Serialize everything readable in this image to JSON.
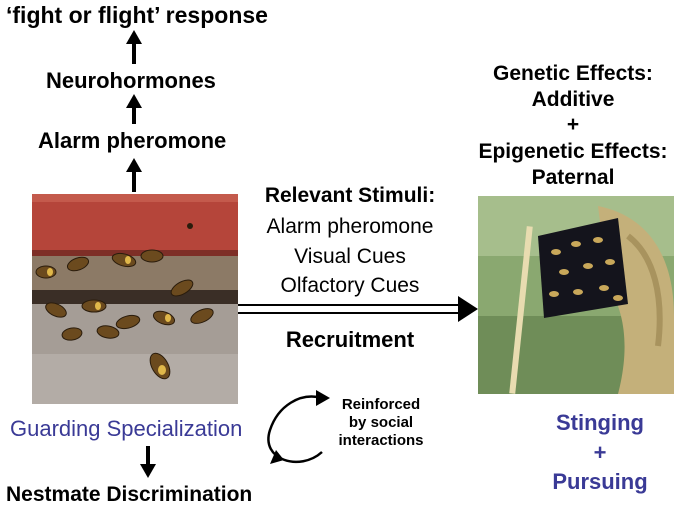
{
  "left_chain": {
    "top": "‘fight or flight’ response",
    "neuro": "Neurohormones",
    "alarm": "Alarm pheromone"
  },
  "stimuli": {
    "heading": "Relevant Stimuli:",
    "items": [
      "Alarm pheromone",
      "Visual Cues",
      "Olfactory Cues"
    ]
  },
  "recruitment": "Recruitment",
  "genetic": {
    "line1": "Genetic Effects:",
    "line2": "Additive",
    "plus": "+",
    "line3": "Epigenetic Effects:",
    "line4": "Paternal"
  },
  "guarding": "Guarding Specialization",
  "reinforced": [
    "Reinforced",
    "by social",
    "interactions"
  ],
  "nestmate": "Nestmate Discrimination",
  "outcome": {
    "line1": "Stinging",
    "plus": "+",
    "line2": "Pursuing"
  },
  "colors": {
    "blue": "#3a3a96",
    "hive_red": "#b5453a",
    "wood": "#8c7a66",
    "foliage": "#8aa870"
  },
  "icons": [
    "up-arrow-icon",
    "down-arrow-icon",
    "double-right-arrow-icon",
    "loop-arrow-icon"
  ]
}
